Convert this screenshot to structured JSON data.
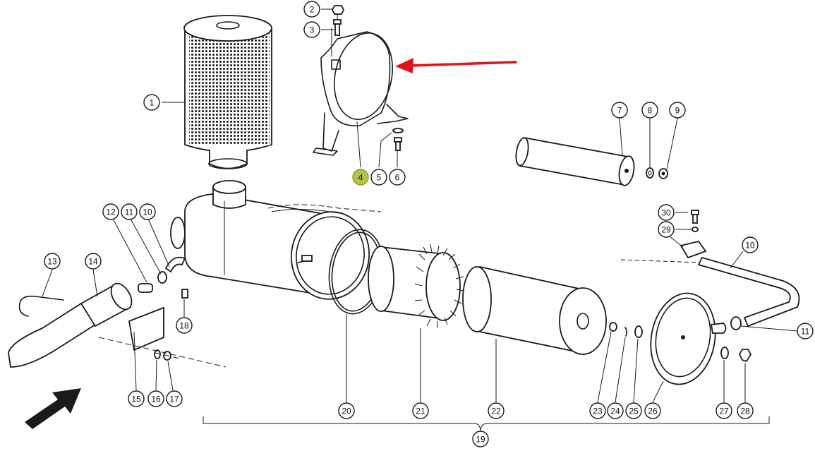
{
  "colors": {
    "line": "#1a1a1a",
    "red_arrow": "#e0141c",
    "highlight": "#b5c24a",
    "background": "#ffffff"
  },
  "highlighted_part": "4",
  "callouts": [
    "1",
    "2",
    "3",
    "4",
    "5",
    "6",
    "7",
    "8",
    "9",
    "10",
    "11",
    "12",
    "13",
    "14",
    "15",
    "16",
    "17",
    "18",
    "19",
    "20",
    "21",
    "22",
    "23",
    "24",
    "25",
    "26",
    "27",
    "28",
    "29",
    "30"
  ],
  "arrows": {
    "pointer_red": "red-arrow",
    "airflow_black": "black-arrow"
  }
}
